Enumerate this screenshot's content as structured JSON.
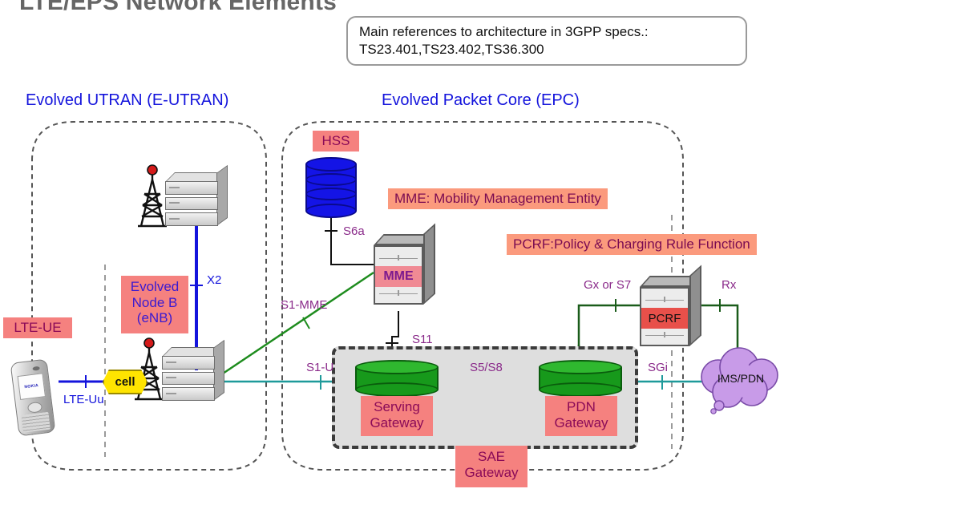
{
  "page": {
    "title": "LTE/EPS Network Elements"
  },
  "callout": {
    "line1": "Main references to architecture in 3GPP specs.:",
    "line2": "TS23.401,TS23.402,TS36.300"
  },
  "regions": [
    {
      "id": "eutran",
      "heading": "Evolved UTRAN (E-UTRAN)"
    },
    {
      "id": "epc",
      "heading": "Evolved Packet Core (EPC)"
    }
  ],
  "legend": {
    "mme_expansion": "MME: Mobility Management Entity",
    "pcrf_expansion": "PCRF:Policy & Charging Rule Function"
  },
  "nodes": {
    "ue": {
      "label": "LTE-UE",
      "device": "mobile-phone",
      "brand": "NOKIA"
    },
    "cell": {
      "label": "cell"
    },
    "enb": {
      "label_line1": "Evolved",
      "label_line2": "Node B",
      "label_line3": "(eNB)"
    },
    "hss": {
      "label": "HSS",
      "shape": "database-cylinder"
    },
    "mme": {
      "label": "MME",
      "shape": "box-3d"
    },
    "pcrf": {
      "label": "PCRF",
      "shape": "box-3d"
    },
    "sgw": {
      "label_line1": "Serving",
      "label_line2": "Gateway",
      "shape": "disc"
    },
    "pgw": {
      "label_line1": "PDN",
      "label_line2": "Gateway",
      "shape": "disc"
    },
    "sae": {
      "label_line1": "SAE",
      "label_line2": "Gateway"
    },
    "ims": {
      "label": "IMS/PDN",
      "shape": "cloud"
    }
  },
  "interfaces": [
    {
      "name": "LTE-Uu",
      "style": "blue"
    },
    {
      "name": "X2",
      "style": "blue"
    },
    {
      "name": "S1-MME",
      "style": "purple"
    },
    {
      "name": "S1-U",
      "style": "purple"
    },
    {
      "name": "S6a",
      "style": "purple"
    },
    {
      "name": "S11",
      "style": "purple"
    },
    {
      "name": "S5/S8",
      "style": "purple"
    },
    {
      "name": "SGi",
      "style": "purple"
    },
    {
      "name": "Gx or S7",
      "style": "purple"
    },
    {
      "name": "Rx",
      "style": "purple"
    }
  ],
  "colors": {
    "title_gray": "#666666",
    "heading_blue": "#1414dc",
    "chip_salmon": "#f5817f",
    "chip_orange": "#fb9a7d",
    "chip_text": "#8b0a58",
    "iface_purple": "#8a2a8a",
    "link_blue": "#1414dc",
    "link_green": "#1e8c1e",
    "link_teal": "#1e9a9a",
    "link_dark_green": "#1a5c1a",
    "link_black": "#111111",
    "hss_blue": "#1414e6",
    "gateway_green": "#17991b",
    "cloud_purple": "#c89be8",
    "cell_yellow": "#ffe400",
    "sae_box_gray": "#dedede",
    "pcrf_band_red": "#e8504a",
    "mme_band_pink": "#f08a94"
  }
}
